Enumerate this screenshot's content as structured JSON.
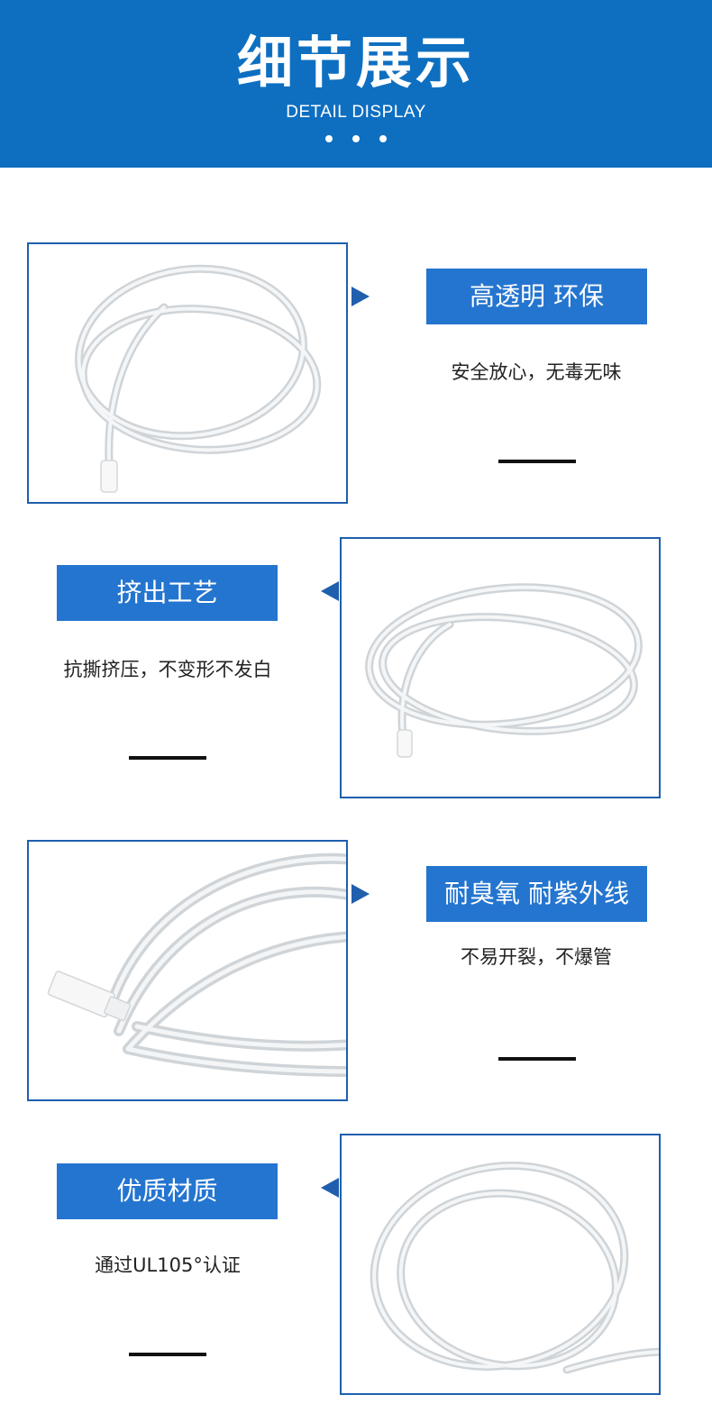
{
  "header": {
    "title": "细节展示",
    "subtitle": "DETAIL DISPLAY"
  },
  "sections": [
    {
      "label": "高透明 环保",
      "desc": "安全放心，无毒无味"
    },
    {
      "label": "挤出工艺",
      "desc": "抗撕挤压，不变形不发白"
    },
    {
      "label": "耐臭氧 耐紫外线",
      "desc": "不易开裂，不爆管"
    },
    {
      "label": "优质材质",
      "desc": "通过UL105°认证"
    }
  ],
  "colors": {
    "header_bg": "#0e6fc1",
    "label_bg": "#2475cf",
    "border": "#1f5fae"
  }
}
